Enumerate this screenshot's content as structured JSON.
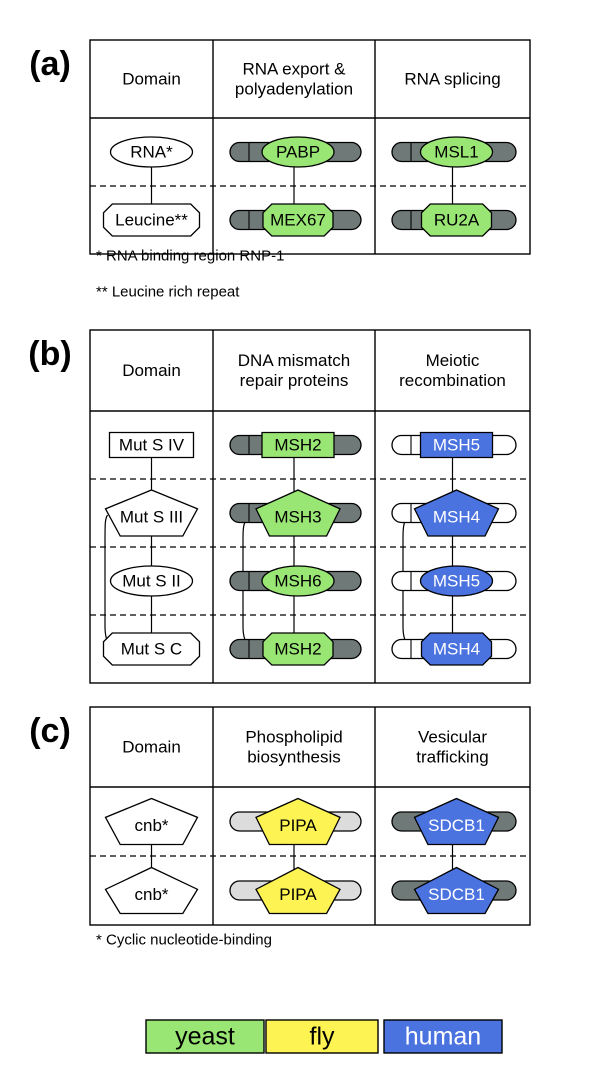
{
  "colors": {
    "yeast": "#99e675",
    "fly": "#fdf352",
    "human": "#4b73e0",
    "bar_dark": "#6f7a78",
    "bar_light": "#dcdcdc",
    "bar_white": "#ffffff"
  },
  "panels": [
    {
      "id": "a",
      "label": "(a)",
      "headers": [
        [
          "Domain"
        ],
        [
          "RNA export &",
          "polyadenylation"
        ],
        [
          "RNA splicing"
        ]
      ],
      "rows": [
        {
          "domain": "RNA*",
          "domain_shape": "ellipse",
          "cells": [
            {
              "protein": "PABP",
              "org": "yeast",
              "bar": "dark",
              "bar_style": "left"
            },
            {
              "protein": "MSL1",
              "org": "yeast",
              "bar": "dark",
              "bar_style": "left"
            }
          ]
        },
        {
          "domain": "Leucine**",
          "domain_shape": "octagon",
          "cells": [
            {
              "protein": "MEX67",
              "org": "yeast",
              "bar": "dark",
              "bar_style": "left"
            },
            {
              "protein": "RU2A",
              "org": "yeast",
              "bar": "dark",
              "bar_style": "left"
            }
          ]
        }
      ],
      "links": [
        [
          0,
          1
        ]
      ],
      "loops": [],
      "footnotes": [
        "* RNA binding region RNP-1",
        "** Leucine rich repeat"
      ]
    },
    {
      "id": "b",
      "label": "(b)",
      "headers": [
        [
          "Domain"
        ],
        [
          "DNA mismatch",
          "repair proteins"
        ],
        [
          "Meiotic",
          "recombination"
        ]
      ],
      "rows": [
        {
          "domain": "Mut S IV",
          "domain_shape": "rect",
          "cells": [
            {
              "protein": "MSH2",
              "org": "yeast",
              "bar": "dark",
              "bar_style": "left"
            },
            {
              "protein": "MSH5",
              "org": "human",
              "bar": "white",
              "bar_style": "left"
            }
          ]
        },
        {
          "domain": "Mut S III",
          "domain_shape": "pentagon",
          "cells": [
            {
              "protein": "MSH3",
              "org": "yeast",
              "bar": "dark",
              "bar_style": "left"
            },
            {
              "protein": "MSH4",
              "org": "human",
              "bar": "white",
              "bar_style": "left"
            }
          ]
        },
        {
          "domain": "Mut S II",
          "domain_shape": "ellipse",
          "cells": [
            {
              "protein": "MSH6",
              "org": "yeast",
              "bar": "dark",
              "bar_style": "left"
            },
            {
              "protein": "MSH5",
              "org": "human",
              "bar": "white",
              "bar_style": "left"
            }
          ]
        },
        {
          "domain": "Mut S C",
          "domain_shape": "octagon",
          "cells": [
            {
              "protein": "MSH2",
              "org": "yeast",
              "bar": "dark",
              "bar_style": "left"
            },
            {
              "protein": "MSH4",
              "org": "human",
              "bar": "white",
              "bar_style": "left"
            }
          ]
        }
      ],
      "links": [
        [
          0,
          1
        ],
        [
          1,
          2
        ],
        [
          2,
          3
        ]
      ],
      "loops": [
        [
          1,
          3
        ]
      ],
      "footnotes": []
    },
    {
      "id": "c",
      "label": "(c)",
      "headers": [
        [
          "Domain"
        ],
        [
          "Phospholipid",
          "biosynthesis"
        ],
        [
          "Vesicular",
          "trafficking"
        ]
      ],
      "rows": [
        {
          "domain": "cnb*",
          "domain_shape": "pentagon",
          "cells": [
            {
              "protein": "PIPA",
              "org": "fly",
              "bar": "light",
              "bar_style": "full"
            },
            {
              "protein": "SDCB1",
              "org": "human",
              "bar": "dark",
              "bar_style": "full"
            }
          ]
        },
        {
          "domain": "cnb*",
          "domain_shape": "pentagon-down",
          "cells": [
            {
              "protein": "PIPA",
              "org": "fly",
              "bar": "light",
              "bar_style": "full"
            },
            {
              "protein": "SDCB1",
              "org": "human",
              "bar": "dark",
              "bar_style": "full"
            }
          ]
        }
      ],
      "links": [
        [
          0,
          1
        ]
      ],
      "loops": [],
      "footnotes": [
        "* Cyclic nucleotide-binding"
      ]
    }
  ],
  "legend": [
    {
      "org": "yeast",
      "label": "yeast"
    },
    {
      "org": "fly",
      "label": "fly"
    },
    {
      "org": "human",
      "label": "human"
    }
  ]
}
